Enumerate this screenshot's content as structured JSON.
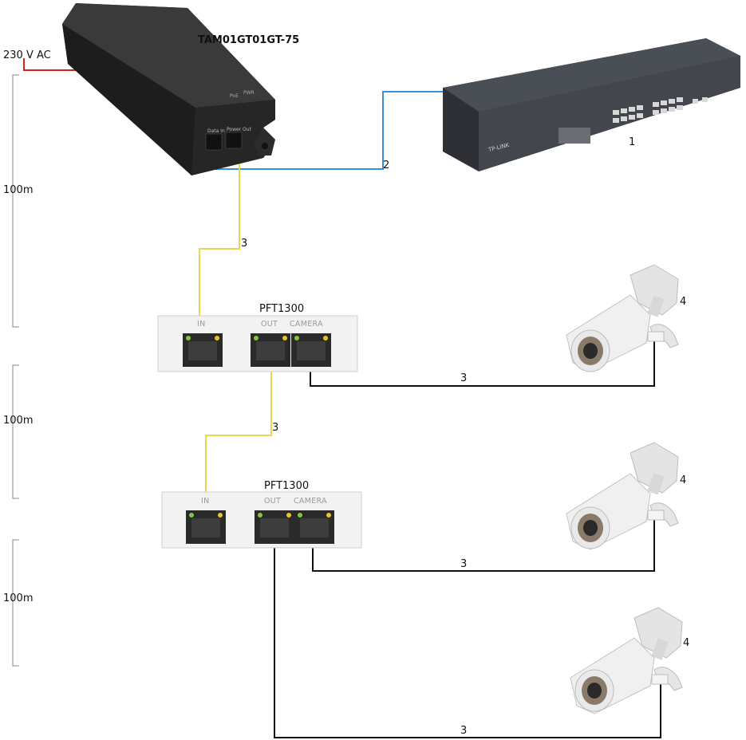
{
  "power": {
    "label": "230 V AC"
  },
  "injector": {
    "model": "TAM01GT01GT-75",
    "port_labels": [
      "Data In",
      "Power Out"
    ],
    "top_labels": [
      "PoE",
      "PWR"
    ]
  },
  "switch": {
    "brand": "TP-LINK",
    "callout": "1"
  },
  "cables": {
    "injector_to_switch": "2",
    "injector_to_extender1": "3",
    "extender1_to_extender2": "3",
    "extender1_to_camera1": "3",
    "extender2_to_camera2": "3",
    "extender2_to_camera3": "3"
  },
  "extenders": [
    {
      "model": "PFT1300",
      "ports": [
        "IN",
        "OUT",
        "CAMERA"
      ]
    },
    {
      "model": "PFT1300",
      "ports": [
        "IN",
        "OUT",
        "CAMERA"
      ]
    }
  ],
  "cameras": [
    {
      "callout": "4"
    },
    {
      "callout": "4"
    },
    {
      "callout": "4"
    }
  ],
  "distances": [
    "100m",
    "100m",
    "100m"
  ],
  "colors": {
    "power_cable": "#d42020",
    "uplink_cable": "#3a8fd6",
    "poe_cable": "#e8d84a",
    "camera_cable": "#111111"
  }
}
